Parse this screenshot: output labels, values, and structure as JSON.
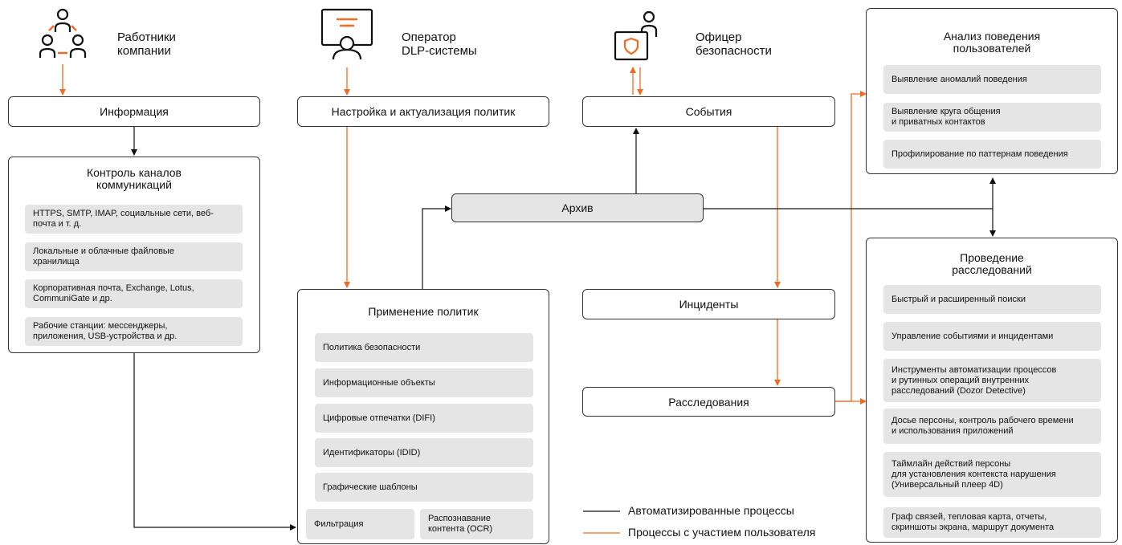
{
  "colors": {
    "accent": "#F26B21",
    "line": "#111111",
    "item_bg": "#E5E5E5"
  },
  "actors": {
    "employees": {
      "label": "Работники\nкомпании",
      "icon": "people-group-icon"
    },
    "operator": {
      "label": "Оператор\nDLP-системы",
      "icon": "operator-monitor-icon"
    },
    "officer": {
      "label": "Офицер\nбезопасности",
      "icon": "security-officer-icon"
    }
  },
  "boxes": {
    "information": "Информация",
    "policy_setup": "Настройка и актуализация политик",
    "events": "События",
    "archive": "Архив",
    "incidents": "Инциденты",
    "investigations": "Расследования"
  },
  "channels": {
    "title": "Контроль каналов\nкоммуникаций",
    "items": [
      "HTTPS, SMTP, IMAP, социальные сети, веб-\nпочта и т. д.",
      "Локальные и облачные файловые\nхранилища",
      "Корпоративная почта, Exchange, Lotus,\nCommuniGate и др.",
      "Рабочие станции: мессенджеры,\nприложения, USB-устройства и др."
    ]
  },
  "policy_apply": {
    "title": "Применение политик",
    "items": [
      "Политика безопасности",
      "Информационные объекты",
      "Цифровые отпечатки (DIFI)",
      "Идентификаторы (IDID)",
      "Графические шаблоны"
    ],
    "bottom_items": [
      "Фильтрация",
      "Распознавание\nконтента (OCR)"
    ]
  },
  "behavior": {
    "title": "Анализ поведения\nпользователей",
    "items": [
      "Выявление аномалий поведения",
      "Выявление круга общения\nи приватных контактов",
      "Профилирование по паттернам поведения"
    ]
  },
  "investigation_tools": {
    "title": "Проведение\nрасследований",
    "items": [
      "Быстрый и расширенный поиски",
      "Управление событиями и инцидентами",
      "Инструменты автоматизации процессов\nи рутинных операций внутренних\nрасследований (Dozor Detective)",
      "Досье персоны, контроль рабочего времени\nи использования приложений",
      "Таймлайн действий персоны\nдля установления контекста нарушения\n(Универсальный плеер 4D)",
      "Граф связей, тепловая карта, отчеты,\nскриншоты экрана, маршрут документа"
    ]
  },
  "legend": {
    "automated": "Автоматизированные процессы",
    "user": "Процессы с участием пользователя"
  }
}
